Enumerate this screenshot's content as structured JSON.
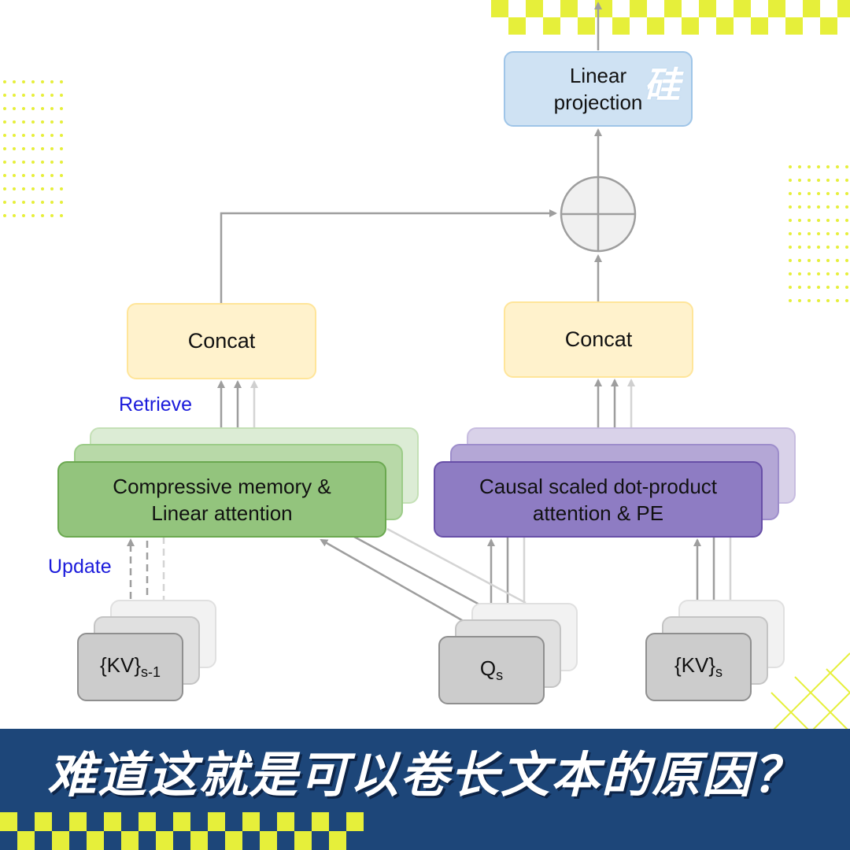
{
  "diagram": {
    "output_box": {
      "line1": "Linear",
      "line2": "projection"
    },
    "concat_left": "Concat",
    "concat_right": "Concat",
    "memory_box": {
      "line1": "Compressive memory &",
      "line2": "Linear attention"
    },
    "attention_box": {
      "line1": "Causal scaled dot-product",
      "line2": "attention & PE"
    },
    "kv_prev": {
      "base": "{KV}",
      "sub": "s-1"
    },
    "query": {
      "base": "Q",
      "sub": "s"
    },
    "kv_curr": {
      "base": "{KV}",
      "sub": "s"
    },
    "retrieve_label": "Retrieve",
    "update_label": "Update"
  },
  "watermark": "硅",
  "banner": {
    "text": "难道这就是可以卷长文本的原因？"
  },
  "colors": {
    "banner_bg": "#1d4679",
    "accent_yellow": "#e6ef3a",
    "memory_green": "#93c47d",
    "attention_purple": "#8e7cc3",
    "concat_yellow": "#fff2cc",
    "projection_blue": "#cfe2f3",
    "label_blue": "#1a1adb"
  }
}
